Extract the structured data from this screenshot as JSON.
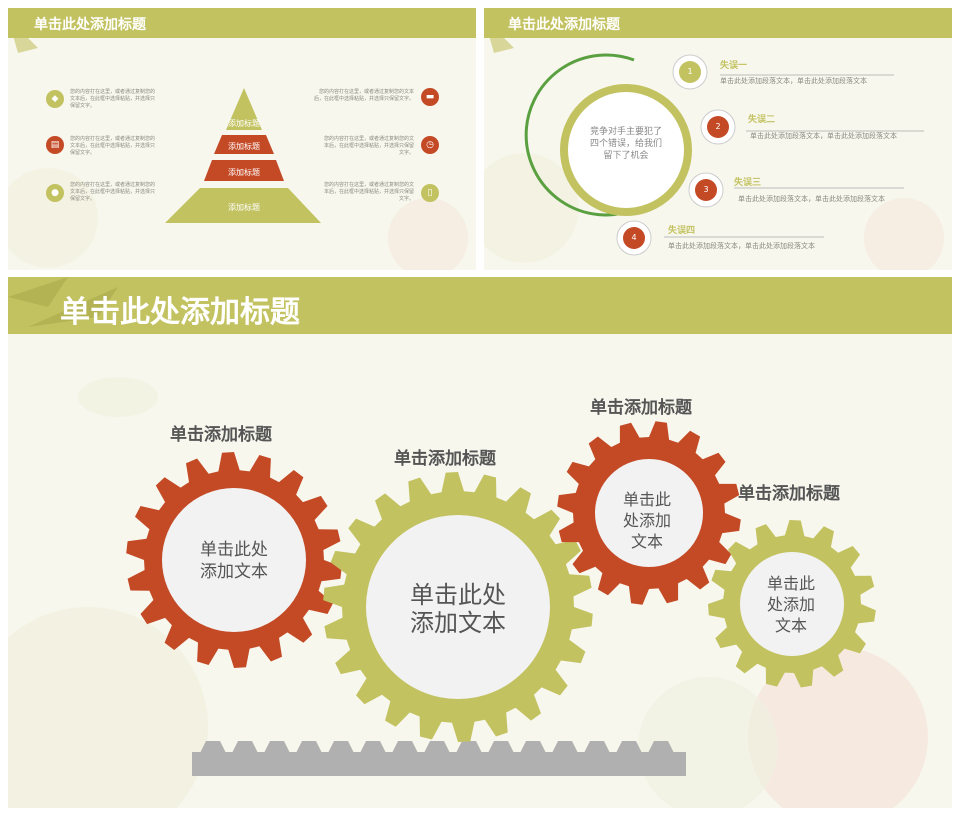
{
  "slide1": {
    "title": "单击此处添加标题",
    "left_items": [
      {
        "icon": "tag-icon",
        "text": "您的内容打在这里，或者通过复制您的文本后，在此框中选择粘贴，并选择只保留文字。"
      },
      {
        "icon": "book-icon",
        "text": "您的内容打在这里，或者通过复制您的文本后，在此框中选择粘贴，并选择只保留文字。"
      },
      {
        "icon": "person-icon",
        "text": "您的内容打在这里，或者通过复制您的文本后，在此框中选择粘贴，并选择只保留文字。"
      }
    ],
    "right_items": [
      {
        "icon": "bus-icon",
        "text": "您的内容打在这里，或者通过复制您的文本后，在此框中选择粘贴，并选择只保留文字。"
      },
      {
        "icon": "clock-icon",
        "text": "您的内容打在这里，或者通过复制您的文本后，在此框中选择粘贴，并选择只保留文字。"
      },
      {
        "icon": "phone-icon",
        "text": "您的内容打在这里，或者通过复制您的文本后，在此框中选择粘贴，并选择只保留文字。"
      }
    ],
    "pyramid": [
      "添加标题",
      "添加标题",
      "添加标题",
      "添加标题"
    ]
  },
  "slide2": {
    "title": "单击此处添加标题",
    "center_text": "竞争对手主要犯了四个错误，给我们留下了机会",
    "errors": [
      {
        "num": "1",
        "label": "失误一",
        "text": "单击此处添加段落文本，单击此处添加段落文本"
      },
      {
        "num": "2",
        "label": "失误二",
        "text": "单击此处添加段落文本，单击此处添加段落文本"
      },
      {
        "num": "3",
        "label": "失误三",
        "text": "单击此处添加段落文本，单击此处添加段落文本"
      },
      {
        "num": "4",
        "label": "失误四",
        "text": "单击此处添加段落文本，单击此处添加段落文本"
      }
    ]
  },
  "slide3": {
    "title": "单击此处添加标题",
    "gears": [
      {
        "title": "单击添加标题",
        "text": "单击此处添加文本",
        "color": "#c44a26"
      },
      {
        "title": "单击添加标题",
        "text": "单击此处添加文本",
        "color": "#c3c261"
      },
      {
        "title": "单击添加标题",
        "text": "单击此处添加文本",
        "color": "#c44a26"
      },
      {
        "title": "单击添加标题",
        "text": "单击此处添加文本",
        "color": "#c3c261"
      }
    ]
  },
  "colors": {
    "olive": "#c3c261",
    "rust": "#c44a26",
    "grey": "#b0b0b0",
    "background": "#f7f7ee"
  }
}
